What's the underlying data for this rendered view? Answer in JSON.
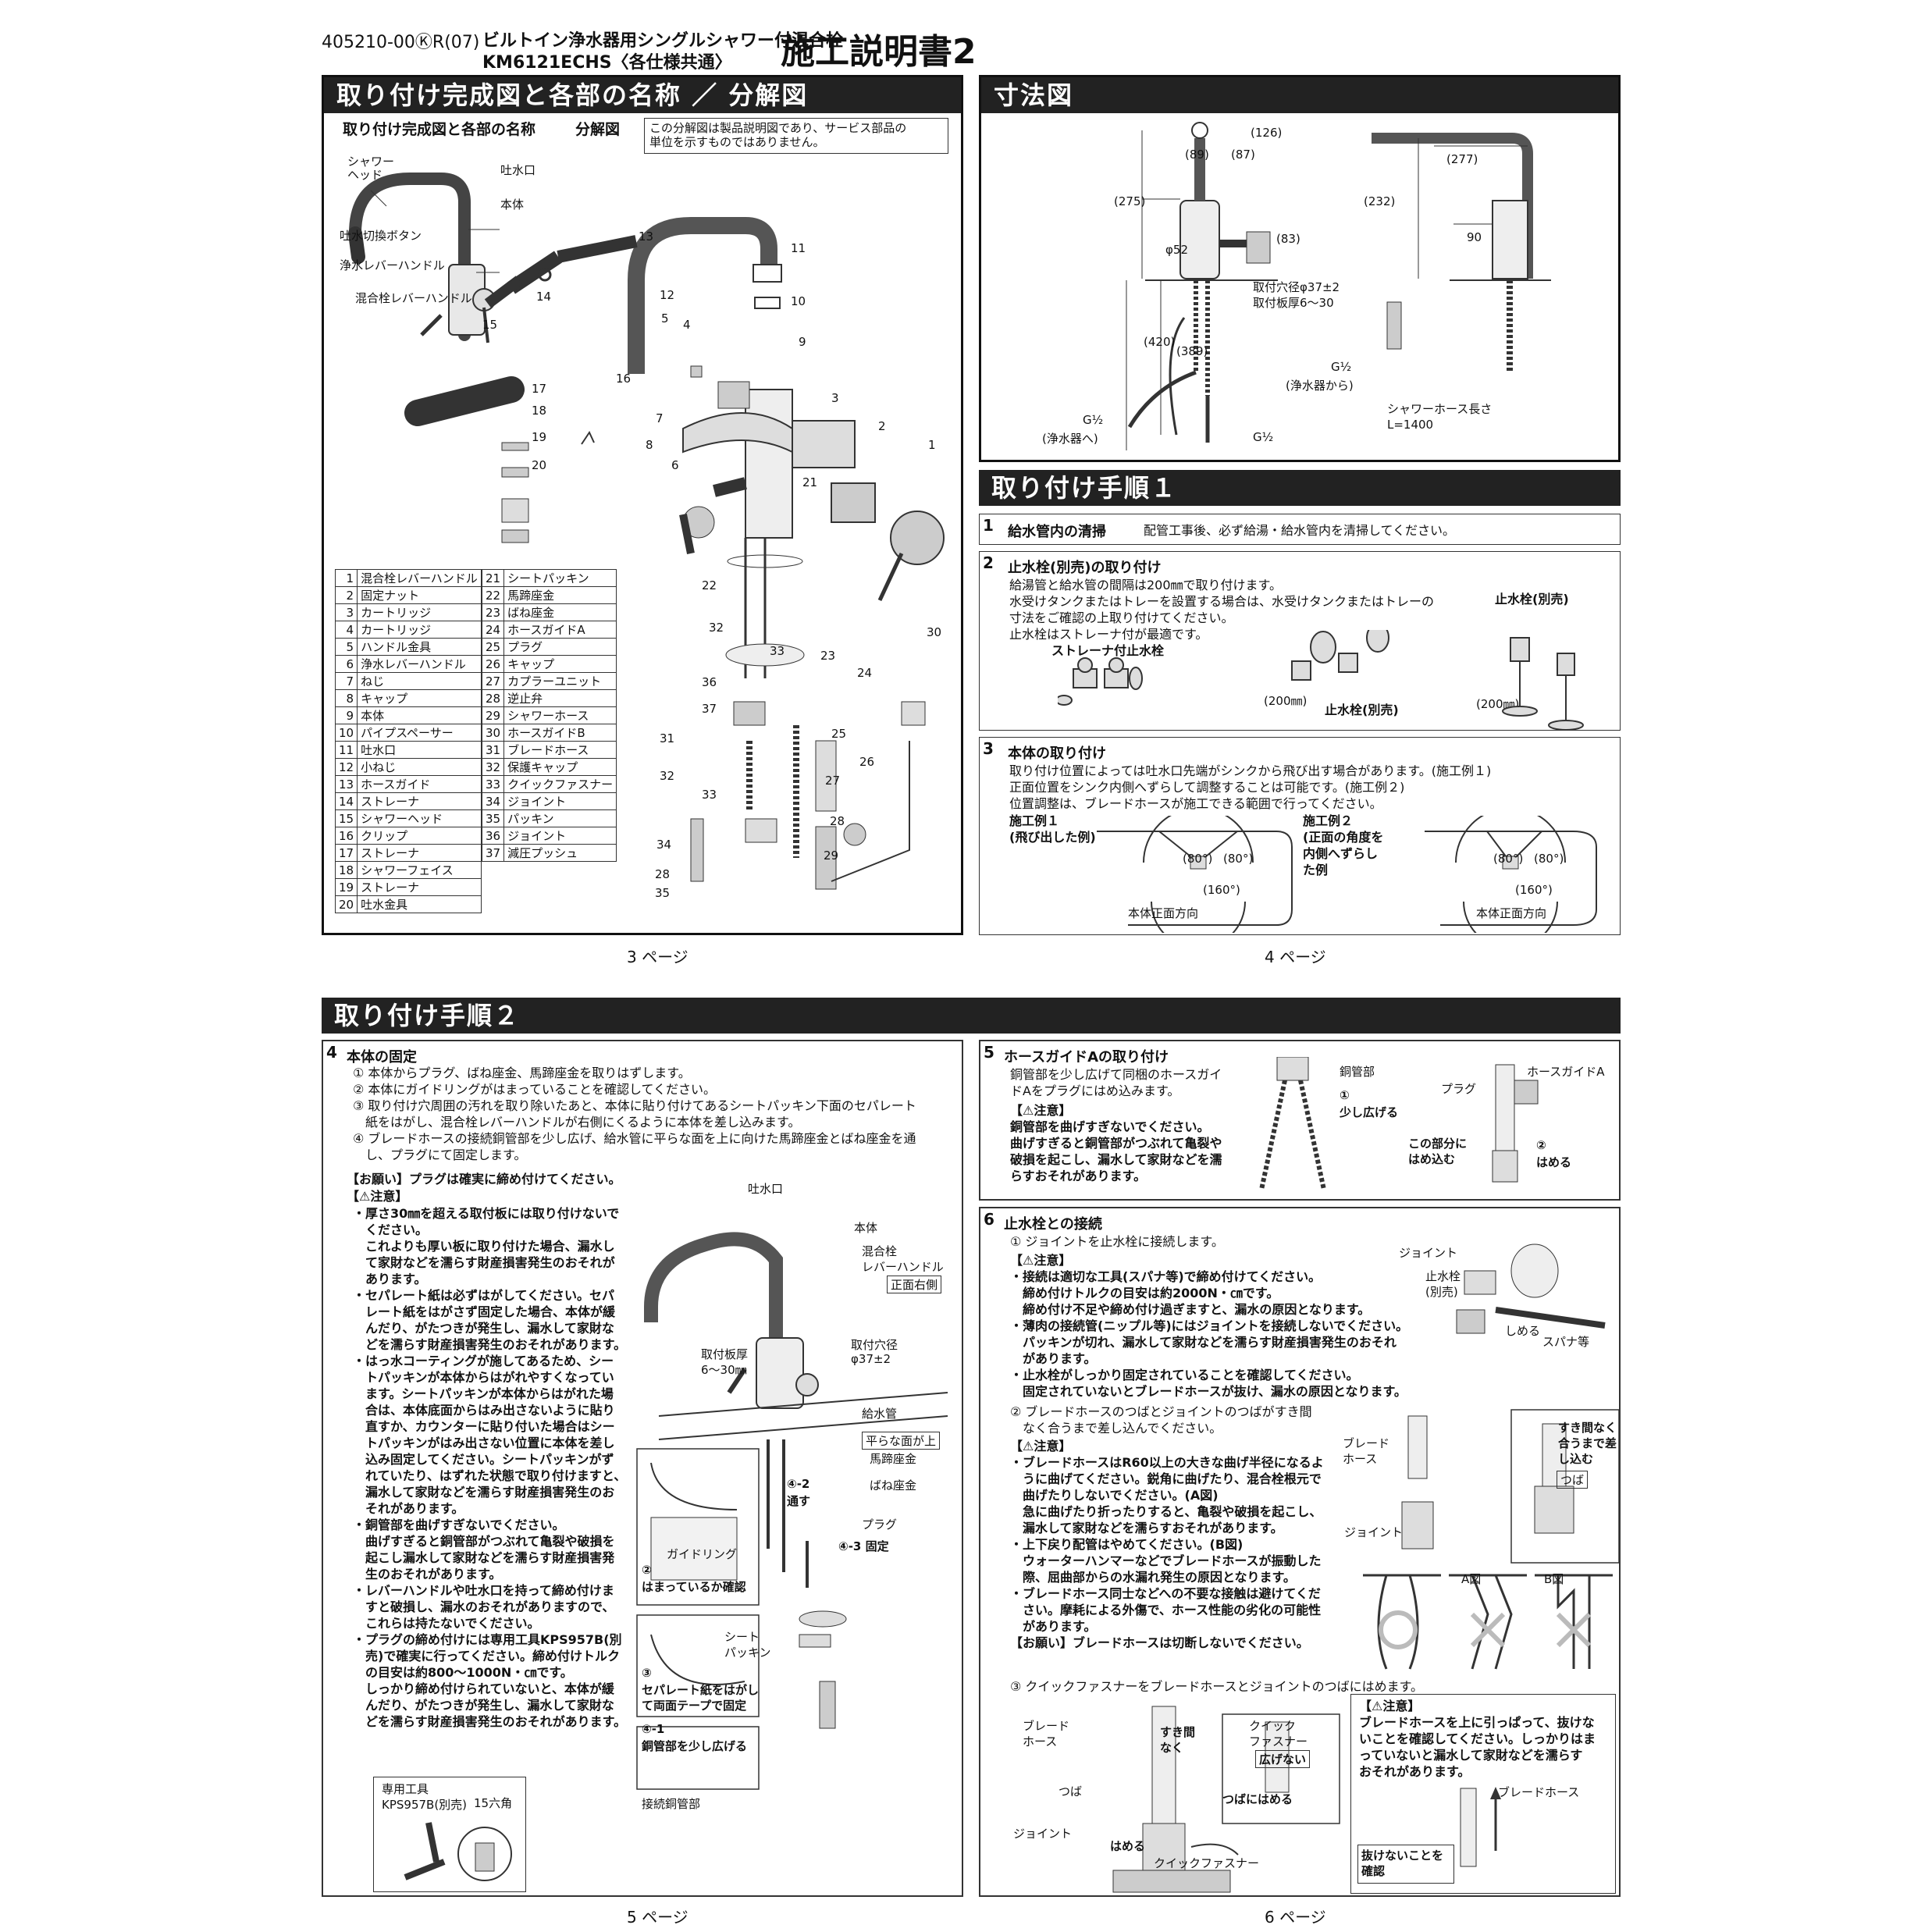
{
  "header": {
    "doc_code": "405210-00ⓀR(07)",
    "product_line1": "ビルトイン浄水器用シングルシャワー付混合栓",
    "product_line2": "KM6121ECHS〈各仕様共通〉",
    "title": "施工説明書2"
  },
  "p3": {
    "bar": "取り付け完成図と各部の名称 ／ 分解図",
    "sec_left": "取り付け完成図と各部の名称",
    "sec_right": "分解図",
    "note": [
      "この分解図は製品説明図であり、サービス部品の",
      "単位を示すものではありません。"
    ],
    "labels": {
      "shower_head": "シャワー\nヘッド",
      "spout": "吐水口",
      "body": "本体",
      "switch_button": "吐水切換ボタン",
      "purify_lever": "浄水レバーハンドル",
      "mixer_lever": "混合栓レバーハンドル"
    },
    "parts": [
      {
        "no": "1",
        "name": "混合栓レバーハンドル"
      },
      {
        "no": "2",
        "name": "固定ナット"
      },
      {
        "no": "3",
        "name": "カートリッジ"
      },
      {
        "no": "4",
        "name": "カートリッジ"
      },
      {
        "no": "5",
        "name": "ハンドル金具"
      },
      {
        "no": "6",
        "name": "浄水レバーハンドル"
      },
      {
        "no": "7",
        "name": "ねじ"
      },
      {
        "no": "8",
        "name": "キャップ"
      },
      {
        "no": "9",
        "name": "本体"
      },
      {
        "no": "10",
        "name": "パイプスペーサー"
      },
      {
        "no": "11",
        "name": "吐水口"
      },
      {
        "no": "12",
        "name": "小ねじ"
      },
      {
        "no": "13",
        "name": "ホースガイド"
      },
      {
        "no": "14",
        "name": "ストレーナ"
      },
      {
        "no": "15",
        "name": "シャワーヘッド"
      },
      {
        "no": "16",
        "name": "クリップ"
      },
      {
        "no": "17",
        "name": "ストレーナ"
      },
      {
        "no": "18",
        "name": "シャワーフェイス"
      },
      {
        "no": "19",
        "name": "ストレーナ"
      },
      {
        "no": "20",
        "name": "吐水金具"
      }
    ],
    "parts2": [
      {
        "no": "21",
        "name": "シートパッキン"
      },
      {
        "no": "22",
        "name": "馬蹄座金"
      },
      {
        "no": "23",
        "name": "ばね座金"
      },
      {
        "no": "24",
        "name": "ホースガイドA"
      },
      {
        "no": "25",
        "name": "プラグ"
      },
      {
        "no": "26",
        "name": "キャップ"
      },
      {
        "no": "27",
        "name": "カプラーユニット"
      },
      {
        "no": "28",
        "name": "逆止弁"
      },
      {
        "no": "29",
        "name": "シャワーホース"
      },
      {
        "no": "30",
        "name": "ホースガイドB"
      },
      {
        "no": "31",
        "name": "ブレードホース"
      },
      {
        "no": "32",
        "name": "保護キャップ"
      },
      {
        "no": "33",
        "name": "クイックファスナー"
      },
      {
        "no": "34",
        "name": "ジョイント"
      },
      {
        "no": "35",
        "name": "パッキン"
      },
      {
        "no": "36",
        "name": "ジョイント"
      },
      {
        "no": "37",
        "name": "減圧プッシュ"
      }
    ],
    "page": "3 ページ"
  },
  "p4": {
    "bar_dim": "寸法図",
    "dims": {
      "d126": "(126)",
      "d89": "(89)",
      "d87": "(87)",
      "d277": "(277)",
      "d275": "(275)",
      "d232": "(232)",
      "d83": "(83)",
      "d90": "90",
      "d52": "φ52",
      "d420": "(420)",
      "d389": "(389)",
      "hole": "取付穴径φ37±2",
      "plate": "取付板厚6〜30",
      "g1": "G½",
      "from": "(浄水器から)",
      "g2": "G½",
      "to": "(浄水器へ)",
      "g3": "G½",
      "hose1": "シャワーホース長さ",
      "hose2": "L=1400"
    },
    "bar_steps": "取り付け手順１",
    "s1": {
      "no": "1",
      "title": "給水管内の清掃",
      "text": "配管工事後、必ず給湯・給水管内を清掃してください。"
    },
    "s2": {
      "no": "2",
      "title": "止水栓(別売)の取り付け",
      "lines": [
        "給湯管と給水管の間隔は200㎜で取り付けます。",
        "水受けタンクまたはトレーを設置する場合は、水受けタンクまたはトレーの",
        "寸法をご確認の上取り付けてください。",
        "止水栓はストレーナ付が最適です。"
      ],
      "strainer": "ストレーナ付止水栓",
      "valve1": "止水栓(別売)",
      "valve2": "止水栓(別売)",
      "mm200a": "(200㎜)",
      "mm200b": "(200㎜)"
    },
    "s3": {
      "no": "3",
      "title": "本体の取り付け",
      "lines": [
        "取り付け位置によっては吐水口先端がシンクから飛び出す場合があります。(施工例１)",
        "正面位置をシンク内側へずらして調整することは可能です。(施工例２)",
        "位置調整は、ブレードホースが施工できる範囲で行ってください。"
      ],
      "ex1": "施工例１",
      "ex1b": "(飛び出した例)",
      "ex2": "施工例２",
      "ex2b": [
        "(正面の角度を",
        "内側へずらし",
        "た例"
      ],
      "a80": "(80°)",
      "a160": "(160°)",
      "front": "本体正面方向"
    },
    "page": "4 ページ"
  },
  "p5": {
    "bar": "取り付け手順２",
    "s4": {
      "no": "4",
      "title": "本体の固定",
      "steps": [
        "① 本体からプラグ、ばね座金、馬蹄座金を取りはずします。",
        "② 本体にガイドリングがはまっていることを確認してください。",
        "③ 取り付け穴周囲の汚れを取り除いたあと、本体に貼り付けてあるシートパッキン下面のセパレート",
        "　紙をはがし、混合栓レバーハンドルが右側にくるように本体を差し込みます。",
        "④ ブレードホースの接続銅管部を少し広げ、給水管に平らな面を上に向けた馬蹄座金とばね座金を通",
        "　し、プラグにて固定します。"
      ],
      "request": "【お願い】プラグは確実に締め付けてください。",
      "caution": "【⚠注意】",
      "cautions": [
        "・厚さ30㎜を超える取付板には取り付けないで",
        "　ください。",
        "　これよりも厚い板に取り付けた場合、漏水し",
        "　て家財などを濡らす財産損害発生のおそれが",
        "　あります。",
        "・セパレート紙は必ずはがしてください。セパ",
        "　レート紙をはがさず固定した場合、本体が緩",
        "　んだり、がたつきが発生し、漏水して家財な",
        "　どを濡らす財産損害発生のおそれがあります。",
        "・はっ水コーティングが施してあるため、シー",
        "　トパッキンが本体からはがれやすくなってい",
        "　ます。シートパッキンが本体からはがれた場",
        "　合は、本体底面からはみ出さないように貼り",
        "　直すか、カウンターに貼り付いた場合はシー",
        "　トパッキンがはみ出さない位置に本体を差し",
        "　込み固定してください。シートパッキンがず",
        "　れていたり、はずれた状態で取り付けますと、",
        "　漏水して家財などを濡らす財産損害発生のお",
        "　それがあります。",
        "・銅管部を曲げすぎないでください。",
        "　曲げすぎると銅管部がつぶれて亀裂や破損を",
        "　起こし漏水して家財などを濡らす財産損害発",
        "　生のおそれがあります。",
        "・レバーハンドルや吐水口を持って締め付けま",
        "　すと破損し、漏水のおそれがありますので、",
        "　これらは持たないでください。",
        "・プラグの締め付けには専用工具KPS957B(別",
        "　売)で確実に行ってください。締め付けトルク",
        "　の目安は約800〜1000N・㎝です。",
        "　しっかり締め付けられていないと、本体が緩",
        "　んだり、がたつきが発生し、漏水して家財な",
        "　どを濡らす財産損害発生のおそれがあります。"
      ],
      "tool1": "専用工具",
      "tool2": "KPS957B(別売)",
      "hex": "15六角",
      "lb_spout": "吐水口",
      "lb_body": "本体",
      "lb_mix1": "混合栓",
      "lb_mix2": "レバーハンドル",
      "lb_front": "正面右側",
      "lb_plate1": "取付板厚",
      "lb_plate2": "6〜30㎜",
      "lb_hole1": "取付穴径",
      "lb_hole2": "φ37±2",
      "lb_pipe": "給水管",
      "lb_flat": "平らな面が上",
      "lb_horse": "馬蹄座金",
      "lb_spring": "ばね座金",
      "lb_pass1": "④-2",
      "lb_pass2": "通す",
      "lb_plug": "プラグ",
      "lb_fix": "④-3 固定",
      "lb_guide": "ガイドリング",
      "lb_check1": "②",
      "lb_check2": "はまっているか確認",
      "lb_sheet1": "シート",
      "lb_sheet2": "パッキン",
      "lb_sep1": "③",
      "lb_sep2": "セパレート紙をはがし",
      "lb_sep3": "て両面テープで固定",
      "lb_cu1": "④-1",
      "lb_cu2": "銅管部を少し広げる",
      "lb_conn": "接続銅管部"
    },
    "page": "5 ページ"
  },
  "p6": {
    "s5": {
      "no": "5",
      "title": "ホースガイドAの取り付け",
      "lines": [
        "銅管部を少し広げて同梱のホースガイ",
        "ドAをプラグにはめ込みます。"
      ],
      "caution": "【⚠注意】",
      "cautions": [
        "銅管部を曲げすぎないでください。",
        "曲げすぎると銅管部がつぶれて亀裂や",
        "破損を起こし、漏水して家財などを濡",
        "らすおそれがあります。"
      ],
      "lb_cu": "銅管部",
      "lb_spread1": "①",
      "lb_spread2": "少し広げる",
      "lb_plug": "プラグ",
      "lb_guideA": "ホースガイドA",
      "lb_here1": "この部分に",
      "lb_here2": "はめ込む",
      "lb_fit1": "②",
      "lb_fit2": "はめる"
    },
    "s6": {
      "no": "6",
      "title": "止水栓との接続",
      "step1": "① ジョイントを止水栓に接続します。",
      "caution": "【⚠注意】",
      "c1": [
        "・接続は適切な工具(スパナ等)で締め付けてください。",
        "　締め付けトルクの目安は約2000N・㎝です。",
        "　締め付け不足や締め付け過ぎますと、漏水の原因となります。",
        "・薄肉の接続管(ニップル等)にはジョイントを接続しないでください。",
        "　パッキンが切れ、漏水して家財などを濡らす財産損害発生のおそれ",
        "　があります。",
        "・止水栓がしっかり固定されていることを確認してください。",
        "　固定されていないとブレードホースが抜け、漏水の原因となります。"
      ],
      "step2": [
        "② ブレードホースのつばとジョイントのつばがすき間",
        "　なく合うまで差し込んでください。"
      ],
      "caution2": "【⚠注意】",
      "c2": [
        "・ブレードホースはR60以上の大きな曲げ半径になるよ",
        "　うに曲げてください。鋭角に曲げたり、混合栓根元で",
        "　曲げたりしないでください。(A図)",
        "　急に曲げたり折ったりすると、亀裂や破損を起こし、",
        "　漏水して家財などを濡らすおそれがあります。",
        "・上下戻り配管はやめてください。(B図)",
        "　ウォーターハンマーなどでブレードホースが振動した",
        "　際、屈曲部からの水漏れ発生の原因となります。",
        "・ブレードホース同士などへの不要な接触は避けてくだ",
        "　さい。摩耗による外傷で、ホース性能の劣化の可能性",
        "　があります。"
      ],
      "request": "【お願い】ブレードホースは切断しないでください。",
      "lb_joint": "ジョイント",
      "lb_valve1": "止水栓",
      "lb_valve2": "(別売)",
      "lb_tighten": "しめる",
      "lb_spanner": "スパナ等",
      "lb_braid1": "ブレード",
      "lb_braid2": "ホース",
      "lb_joint2": "ジョイント",
      "lb_nogap1": "すき間なく",
      "lb_nogap2": "合うまで差",
      "lb_nogap3": "し込む",
      "lb_tsuba": "つば",
      "lb_A": "A図",
      "lb_B": "B図",
      "step3": "③ クイックファスナーをブレードホースとジョイントのつばにはめます。",
      "lb_braid3": "ブレード",
      "lb_braid4": "ホース",
      "lb_gap1": "すき間",
      "lb_gap2": "なく",
      "lb_qf1": "クイック",
      "lb_qf2": "ファスナー",
      "lb_open": "広げない",
      "lb_tsuba2": "つば",
      "lb_tsuba3": "つばにはめる",
      "lb_joint3": "ジョイント",
      "lb_fit": "はめる",
      "lb_qf3": "クイックファスナー",
      "caution3": "【⚠注意】",
      "c3": [
        "ブレードホースを上に引っぱって、抜けな",
        "いことを確認してください。しっかりはま",
        "っていないと漏水して家財などを濡らす",
        "おそれがあります。"
      ],
      "lb_braid5": "ブレードホース",
      "lb_check1": "抜けないことを",
      "lb_check2": "確認"
    },
    "page": "6 ページ"
  }
}
